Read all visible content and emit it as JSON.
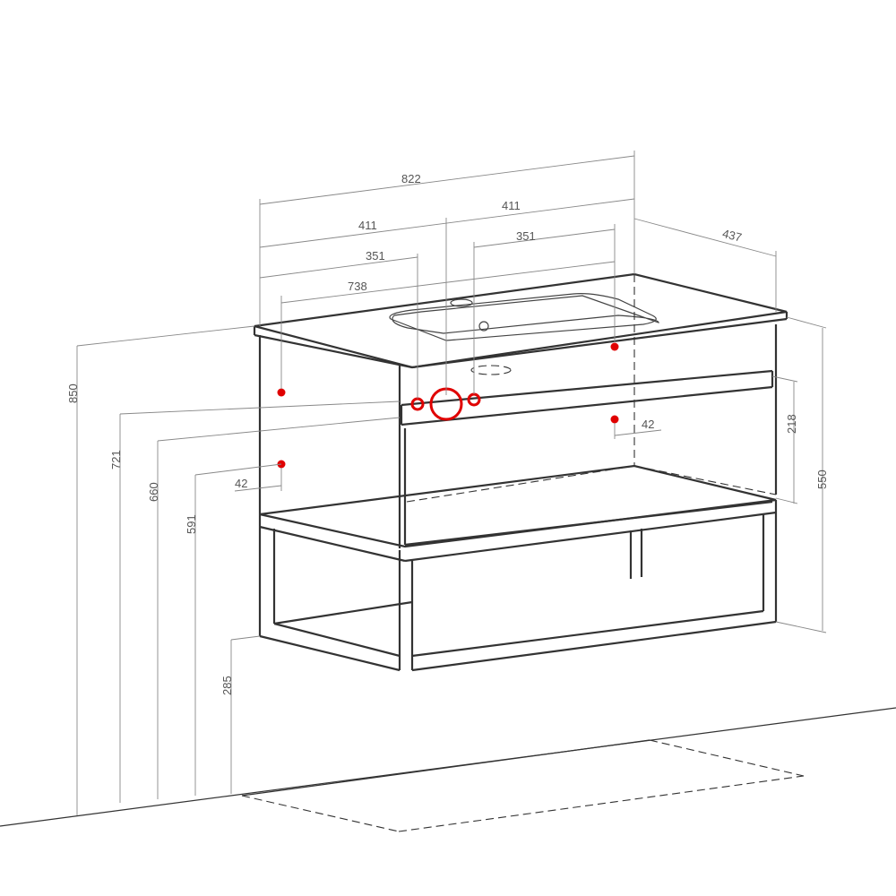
{
  "dimensions": {
    "width_total": "822",
    "width_half_left": "411",
    "width_half_right": "411",
    "faucet_left": "351",
    "faucet_right": "351",
    "mount_spacing": "738",
    "depth": "437",
    "height_total": "850",
    "height_721": "721",
    "height_660": "660",
    "height_591": "591",
    "height_285": "285",
    "height_body": "550",
    "height_drawer": "218",
    "offset_left": "42",
    "offset_right": "42"
  },
  "markers": {
    "mount_point_color": "#e00000",
    "pipe_color": "#e00000"
  }
}
